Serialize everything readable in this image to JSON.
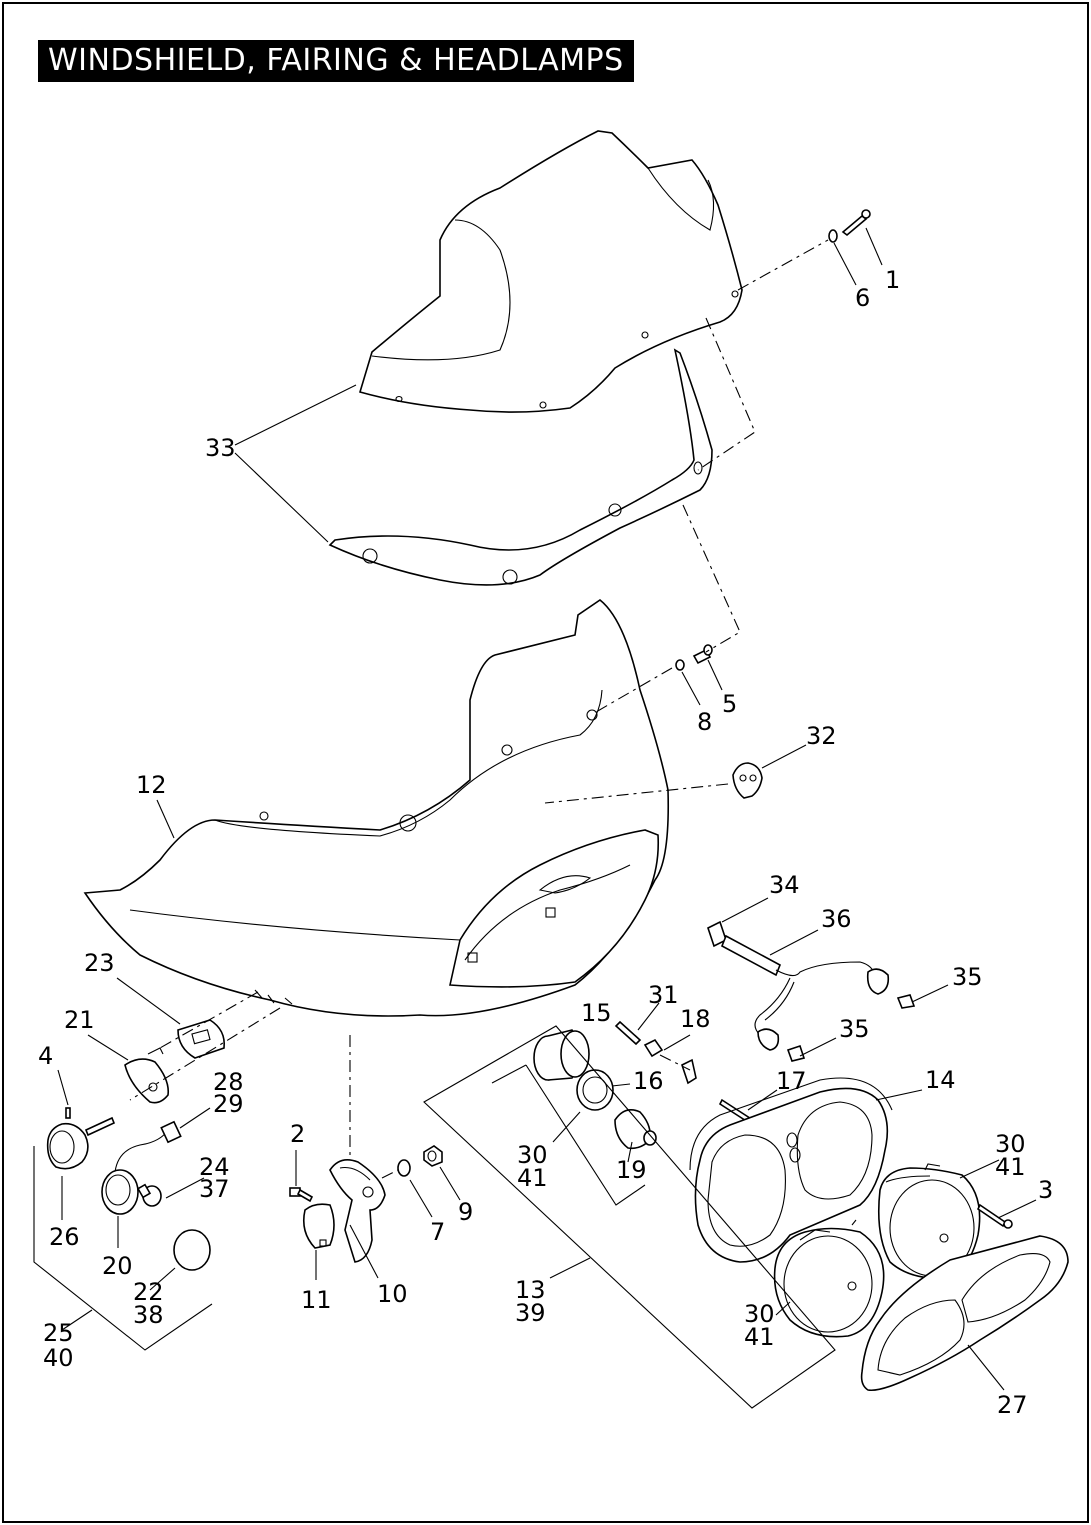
{
  "title": "WINDSHIELD, FAIRING & HEADLAMPS",
  "callouts": {
    "c1": "1",
    "c2": "2",
    "c3": "3",
    "c4": "4",
    "c5": "5",
    "c6": "6",
    "c7": "7",
    "c8": "8",
    "c9": "9",
    "c10": "10",
    "c11": "11",
    "c12": "12",
    "c13": "13",
    "c39": "39",
    "c14": "14",
    "c15": "15",
    "c16": "16",
    "c17": "17",
    "c18": "18",
    "c19": "19",
    "c20": "20",
    "c21": "21",
    "c22": "22",
    "c38": "38",
    "c23": "23",
    "c24": "24",
    "c37": "37",
    "c25": "25",
    "c40": "40",
    "c26": "26",
    "c27": "27",
    "c28": "28",
    "c29": "29",
    "c30a": "30",
    "c41a": "41",
    "c30b": "30",
    "c41b": "41",
    "c30c": "30",
    "c41c": "41",
    "c31": "31",
    "c32": "32",
    "c33": "33",
    "c34": "34",
    "c35a": "35",
    "c35b": "35",
    "c36": "36"
  }
}
